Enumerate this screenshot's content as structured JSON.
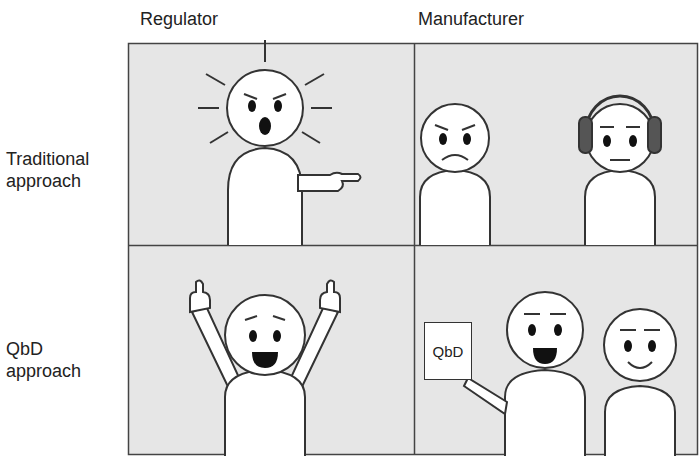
{
  "diagram": {
    "nodes": [
      {
        "text": [
          "QbD"
        ]
      }
    ],
    "labels": [
      "Regulator",
      "Manufacturer",
      "Traditional approach",
      "QbD approach"
    ]
  }
}
